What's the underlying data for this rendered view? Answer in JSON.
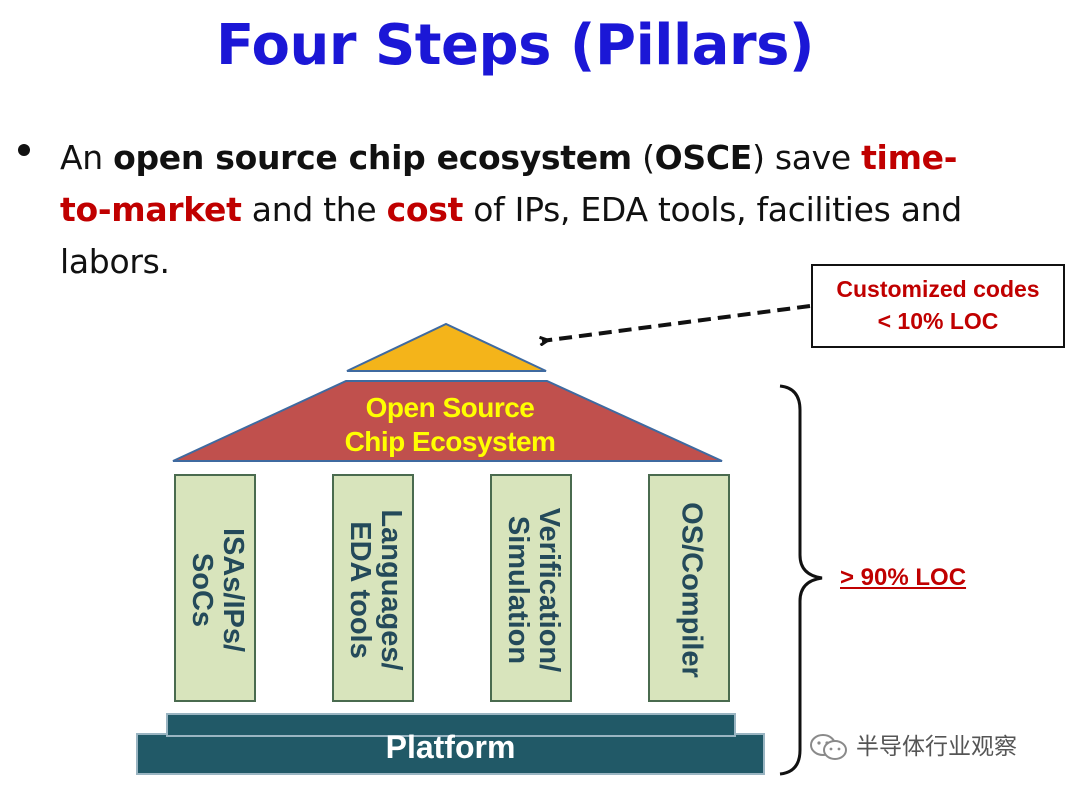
{
  "slide": {
    "title": "Four Steps (Pillars)",
    "bullet": {
      "t1": "An ",
      "t2": "open source chip ecosystem",
      "t3": " (",
      "t4": "OSCE",
      "t5": ") save ",
      "t6": "time-to-market",
      "t7": "  and the ",
      "t8": "cost",
      "t9": " of IPs, EDA tools, facilities and labors."
    }
  },
  "callout": {
    "line1": "Customized codes",
    "line2": "< 10% LOC"
  },
  "diagram": {
    "roof": {
      "line1": "Open Source",
      "line2": "Chip Ecosystem"
    },
    "pillars": [
      {
        "line1": "ISAs/IPs/",
        "line2": "SoCs"
      },
      {
        "line1": "Languages/",
        "line2": "EDA tools"
      },
      {
        "line1": "Verification/",
        "line2": "Simulation"
      },
      {
        "line1": "OS/Compiler",
        "line2": ""
      }
    ],
    "platform": "Platform",
    "brace_label": "> 90% LOC"
  },
  "watermark": {
    "text": "半导体行业观察",
    "icon": "wechat-icon"
  },
  "colors": {
    "title": "#1b17d6",
    "emphasis": "#c00000",
    "roof": "#c0504d",
    "capstone": "#f4b41a",
    "pillar": "#d8e4bc",
    "platform": "#215967",
    "roof_text": "#ffff00"
  }
}
